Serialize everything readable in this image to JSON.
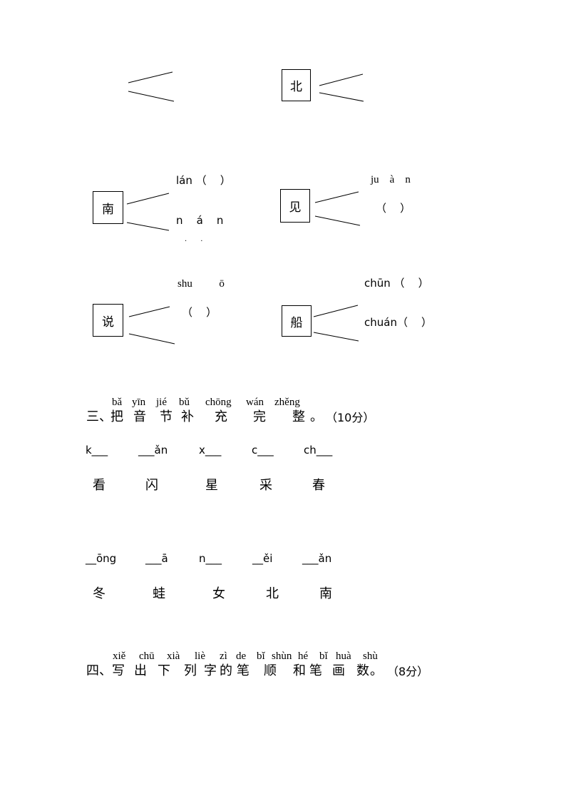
{
  "match_section": {
    "chars": [
      "北",
      "南",
      "见",
      "说",
      "船"
    ],
    "nan_options": [
      "lán （    ）",
      "n    á    n"
    ],
    "nan_dots": "·      ·",
    "jian_options": [
      "ju    à    n",
      "（    ）"
    ],
    "shuo_options": [
      "shu          ō",
      "（    ）"
    ],
    "chuan_options": [
      "chūn （    ）",
      "chuán（    ）"
    ]
  },
  "section3": {
    "number": "三、",
    "chars": [
      "把",
      "音",
      "节",
      "补",
      "充",
      "完",
      "整",
      "。"
    ],
    "pinyin": [
      "bǎ",
      "yīn",
      "jié",
      "bǔ",
      "chōng",
      "wán",
      "zhěng"
    ],
    "score": "（10分）",
    "row1_blanks": [
      "k___",
      "___ǎn",
      "x___",
      "c___",
      "ch___"
    ],
    "row1_chars": [
      "看",
      "闪",
      "星",
      "采",
      "春"
    ],
    "row2_blanks": [
      "__ōng",
      "___ā",
      "n___",
      "__ěi",
      "___ǎn"
    ],
    "row2_chars": [
      "冬",
      "蛙",
      "女",
      "北",
      "南"
    ]
  },
  "section4": {
    "number": "四、",
    "chars": [
      "写",
      "出",
      "下",
      "列",
      "字",
      "的",
      "笔",
      "顺",
      "和",
      "笔",
      "画",
      "数",
      "。"
    ],
    "pinyin": [
      "xiě",
      "chū",
      "xià",
      "liè",
      "zì",
      "de",
      "bǐ",
      "shùn",
      "hé",
      "bǐ",
      "huà",
      "shù"
    ],
    "score": "（8分）"
  }
}
